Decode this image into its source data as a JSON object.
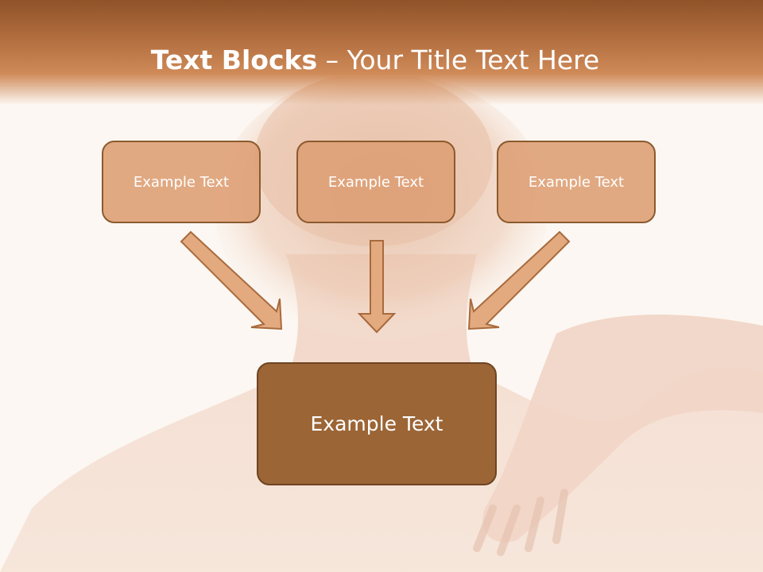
{
  "title": {
    "bold_part": "Text Blocks",
    "separator": " – ",
    "regular_part": "Your Title Text Here"
  },
  "top_boxes": [
    {
      "label": "Example Text"
    },
    {
      "label": "Example Text"
    },
    {
      "label": "Example Text"
    }
  ],
  "bottom_box": {
    "label": "Example Text"
  },
  "colors": {
    "header": "#b06c3d",
    "small_box_fill": "#dea076",
    "small_box_border": "#8b5a2e",
    "big_box_fill": "#9c6536",
    "arrow_fill": "#e3aa80",
    "arrow_stroke": "#a86a3c"
  }
}
